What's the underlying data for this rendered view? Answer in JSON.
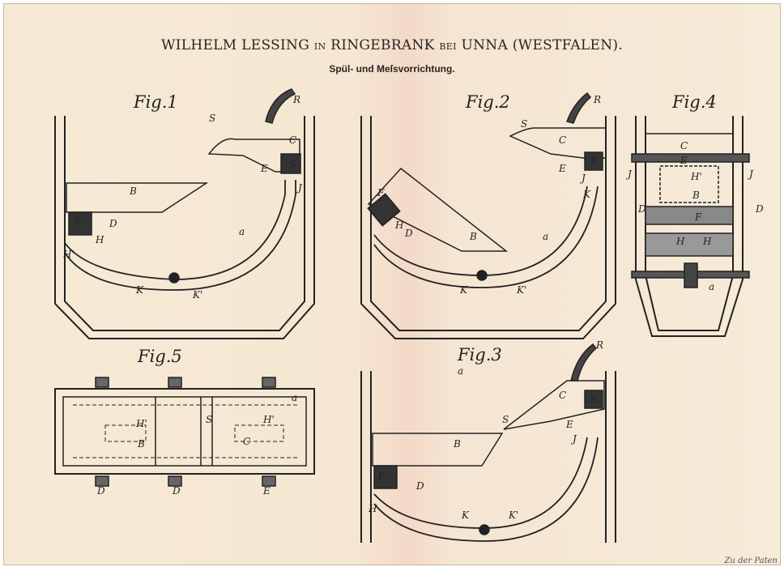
{
  "header": {
    "name": "WILHELM LESSING",
    "in": "IN",
    "place": "RINGEBRANK",
    "bei": "BEI",
    "city": "UNNA",
    "region": "(WESTFALEN).",
    "subtitle": "Spül- und Meſsvorrichtung."
  },
  "footer": "Zu der Paten",
  "figures": [
    {
      "title": "Fig.1",
      "labels": [
        "S",
        "R",
        "C",
        "E",
        "S",
        "J",
        "B",
        "F",
        "D",
        "H",
        "H'",
        "a",
        "K",
        "K'"
      ]
    },
    {
      "title": "Fig.2",
      "labels": [
        "S",
        "R",
        "C",
        "S",
        "E",
        "J",
        "K",
        "F",
        "H",
        "D",
        "B",
        "a",
        "K",
        "K'"
      ]
    },
    {
      "title": "Fig.3",
      "labels": [
        "R",
        "a",
        "S",
        "C",
        "S",
        "E",
        "J",
        "B",
        "F",
        "D",
        "H",
        "K",
        "K'"
      ]
    },
    {
      "title": "Fig.4",
      "labels": [
        "C",
        "E",
        "J",
        "J",
        "H'",
        "B",
        "F",
        "D",
        "D",
        "H",
        "H",
        "a"
      ]
    },
    {
      "title": "Fig.5",
      "labels": [
        "H'",
        "B",
        "S",
        "H'",
        "C",
        "a",
        "D",
        "D",
        "E"
      ]
    }
  ],
  "colors": {
    "ink": "#222222",
    "paper": "#f5e8d4"
  }
}
